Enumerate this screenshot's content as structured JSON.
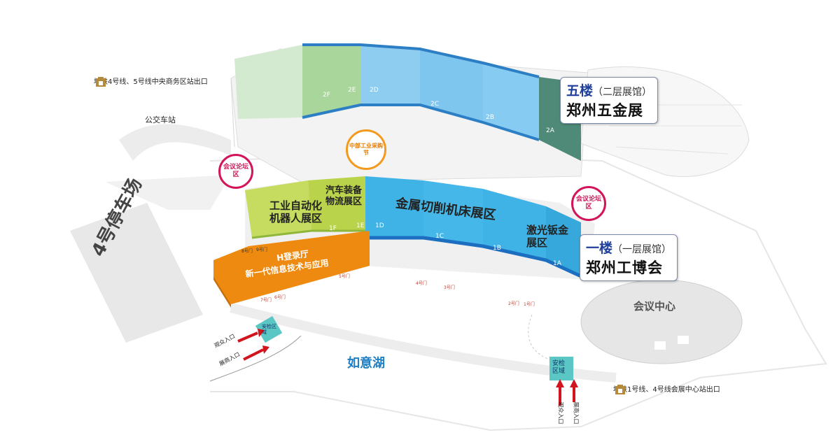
{
  "colors": {
    "upper_green": "#a9d69a",
    "upper_blue": "#7fc6ef",
    "upper_dark": "#4f8a78",
    "lower_lime": "#b9d34a",
    "lower_blue": "#3fb3e6",
    "hall_orange": "#ef8a10",
    "accent_pink": "#d4145a",
    "accent_navy": "#1f3f9a",
    "metro_gold": "#b58a3a"
  },
  "icons": [
    "metro-logo-icon",
    "toilet-icon",
    "stairs-icon",
    "entry-arrow-icon",
    "pin-icon"
  ],
  "metro_top": "地铁4号线、5号线中央商务区站出口",
  "metro_bottom": "地铁1号线、4号线会展中心站出口",
  "bus_station": "公交车站",
  "parking": "4号停车场",
  "lake": "如意湖",
  "conference_center": "会议中心",
  "floor5": {
    "title": "五楼",
    "sub": "（二层展馆）",
    "name": "郑州五金展"
  },
  "floor1": {
    "title": "一楼",
    "sub": "（一层展馆）",
    "name": "郑州工博会"
  },
  "upper_halls": [
    "2F",
    "2E",
    "2D",
    "2C",
    "2B",
    "2A"
  ],
  "lower_halls": [
    "1F",
    "1E",
    "1D",
    "1C",
    "1B",
    "1A"
  ],
  "zones": {
    "automation": "工业自动化机器人展区",
    "auto_equipment": "汽车装备物流展区",
    "metal_cutting": "金属切削机床展区",
    "laser_sheet": "激光钣金展区",
    "h_hall_1": "H登录厅",
    "h_hall_2": "新一代信息技术与应用"
  },
  "pins": {
    "forum_left": "会议论坛区",
    "forum_right": "会议论坛区",
    "central": "中部工业采购节"
  },
  "doors": {
    "d8": "8号门",
    "d9": "9号门",
    "d7": "7号门",
    "d6": "6号门",
    "d5": "5号门",
    "d4": "4号门",
    "d3": "3号门",
    "d2": "2号门",
    "d1": "1号门"
  },
  "security_area": "安检区域",
  "entrances": {
    "visitor": "观众入口",
    "exhibitor": "展商入口"
  }
}
